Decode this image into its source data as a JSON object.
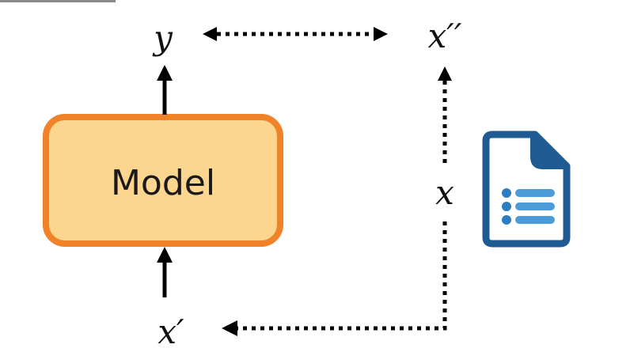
{
  "diagram": {
    "model_box": {
      "label": "Model",
      "fill": "#FCD58F",
      "border": "#F0832A"
    },
    "labels": {
      "output": "y",
      "transformed_input": "x′′",
      "original_input": "x",
      "perturbed_input": "x′"
    },
    "edges": [
      {
        "from": "x′",
        "to": "Model",
        "style": "solid"
      },
      {
        "from": "Model",
        "to": "y",
        "style": "solid"
      },
      {
        "from": "x",
        "to": "x′′",
        "style": "dotted"
      },
      {
        "from": "x",
        "to": "x′",
        "style": "dotted"
      },
      {
        "from": "y",
        "to": "x′′",
        "style": "dotted",
        "bidirectional": true
      }
    ],
    "document_icon": {
      "name": "document-list-icon",
      "primary": "#1F5A93",
      "accent": "#4A9BD8"
    }
  }
}
